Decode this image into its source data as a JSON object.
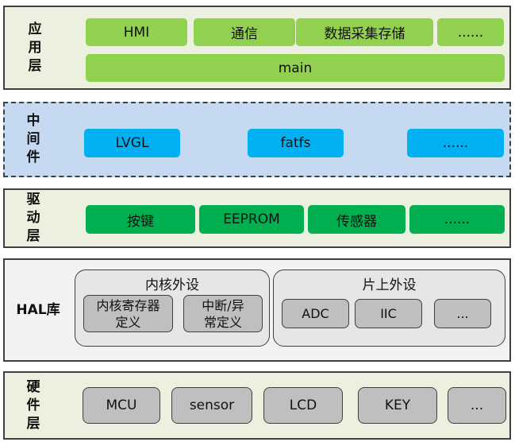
{
  "layers": {
    "application": {
      "label_chars": [
        "应",
        "用",
        "层"
      ],
      "items": [
        "HMI",
        "通信",
        "数据采集存储",
        "......"
      ],
      "main": "main"
    },
    "middleware": {
      "label_chars": [
        "中",
        "间",
        "件"
      ],
      "items": [
        "LVGL",
        "fatfs",
        "......"
      ]
    },
    "driver": {
      "label_chars": [
        "驱",
        "动",
        "层"
      ],
      "items": [
        "按键",
        "EEPROM",
        "传感器",
        "......"
      ]
    },
    "hal": {
      "label": "HAL库",
      "core_group": {
        "title": "内核外设",
        "items": [
          {
            "line1": "内核寄存器",
            "line2": "定义"
          },
          {
            "line1": "中断/异",
            "line2": "常定义"
          }
        ]
      },
      "peripheral_group": {
        "title": "片上外设",
        "items": [
          "ADC",
          "IIC",
          "..."
        ]
      }
    },
    "hardware": {
      "label_chars": [
        "硬",
        "件",
        "层"
      ],
      "items": [
        "MCU",
        "sensor",
        "LCD",
        "KEY",
        "..."
      ]
    }
  },
  "colors": {
    "application_bg": "#ebf1de",
    "middleware_bg": "#c5d9f1",
    "driver_bg": "#ebf1de",
    "hal_bg": "#f2f2f2",
    "hardware_bg": "#ebf1de",
    "green_light": "#92d050",
    "green_dark": "#00b050",
    "blue": "#00b0f0",
    "gray": "#bfbfbf"
  }
}
